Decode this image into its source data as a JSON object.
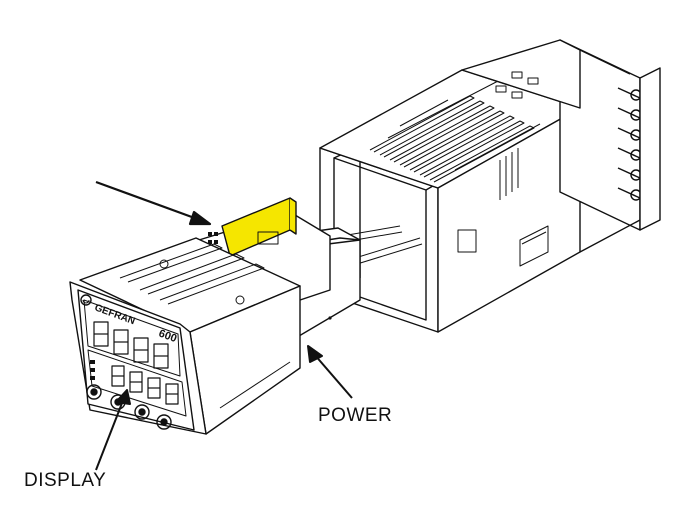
{
  "labels": {
    "power": "POWER",
    "display": "DISPLAY",
    "brand": "GEFRAN",
    "model": "600"
  },
  "colors": {
    "line": "#111111",
    "highlight": "#f5e600",
    "background": "#ffffff"
  },
  "icons": {
    "pointer_arrow": "arrow-icon",
    "logo": "gefran-logo-icon"
  }
}
